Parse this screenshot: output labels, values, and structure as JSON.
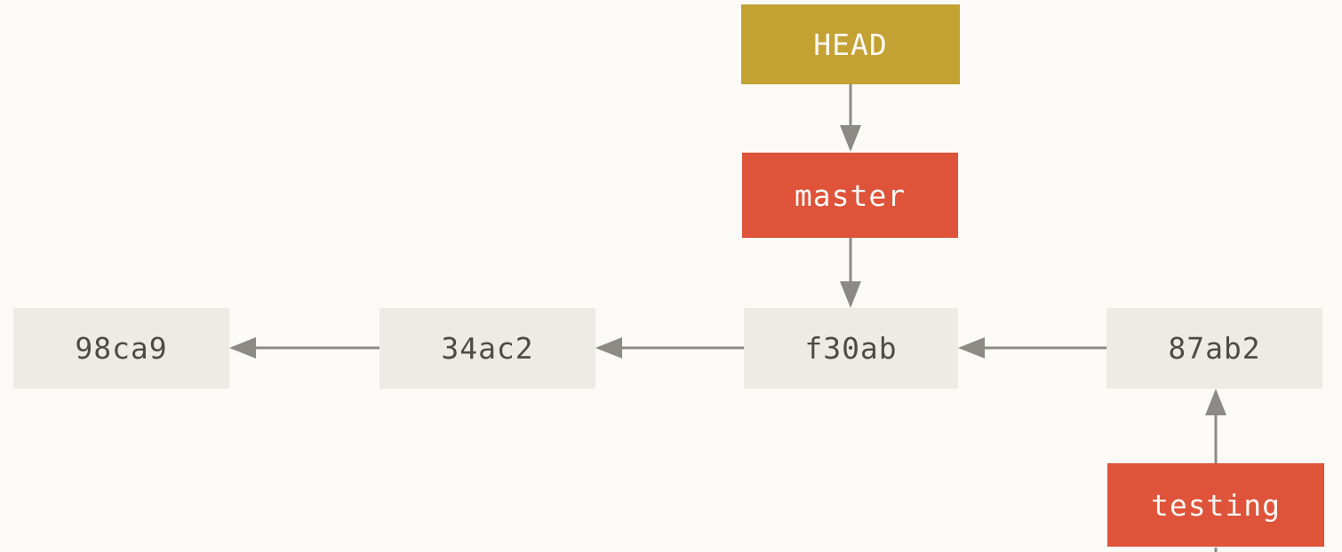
{
  "diagram": {
    "description": "Git commit history with HEAD, master and testing branch pointers",
    "background_color": "#FBFAF7",
    "arrow_color": "#8C8A85",
    "pointers": {
      "head": {
        "label": "HEAD",
        "color": "#C3A233",
        "text_color": "#FAF8F4",
        "points_to": "master"
      },
      "master": {
        "label": "master",
        "color": "#DE5339",
        "text_color": "#FAF8F4",
        "points_to": "f30ab"
      },
      "testing": {
        "label": "testing",
        "color": "#DE5339",
        "text_color": "#FAF8F4",
        "points_to": "87ab2"
      }
    },
    "commits": [
      {
        "id": "98ca9"
      },
      {
        "id": "34ac2"
      },
      {
        "id": "f30ab"
      },
      {
        "id": "87ab2"
      }
    ],
    "commit_box_color": "#EDECE4",
    "commit_text_color": "#4E4B45",
    "edges": [
      {
        "from": "HEAD",
        "to": "master"
      },
      {
        "from": "master",
        "to": "f30ab"
      },
      {
        "from": "34ac2",
        "to": "98ca9"
      },
      {
        "from": "f30ab",
        "to": "34ac2"
      },
      {
        "from": "87ab2",
        "to": "f30ab"
      },
      {
        "from": "testing",
        "to": "87ab2"
      }
    ]
  }
}
